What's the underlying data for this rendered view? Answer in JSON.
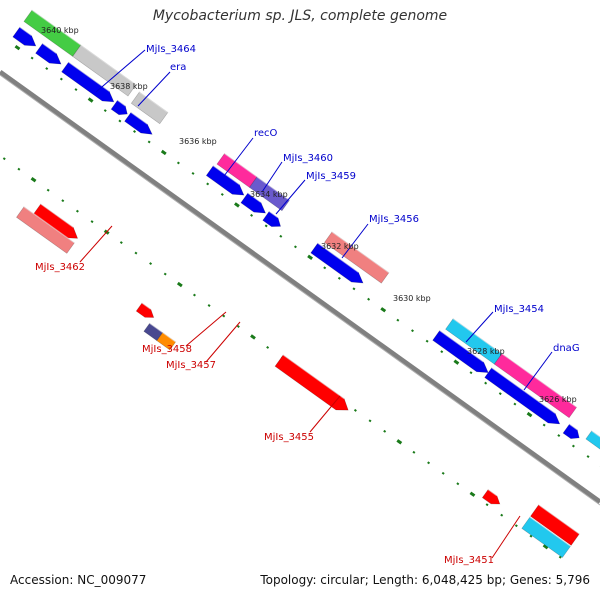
{
  "title": "Mycobacterium sp. JLS, complete genome",
  "footer": {
    "accession": "Accession: NC_009077",
    "topology": "Topology: circular;",
    "length": "Length: 6,048,425 bp;",
    "genes": "Genes: 5,796"
  },
  "colors": {
    "backbone": "#808080",
    "tick": "#1a7a1a",
    "top_strand_label": "#0000cc",
    "bottom_strand_label": "#cc0000",
    "green_feature": "#44cc44",
    "grey_feature": "#c8c8c8",
    "blue_feature": "#0000ee",
    "pink_feature": "#ff2a9c",
    "violet_feature": "#6a5acd",
    "salmon_feature": "#f08080",
    "red_feature": "#ff0000",
    "cyan_feature": "#22c8ee",
    "orange_feature": "#ff8c00",
    "slate_feature": "#484890"
  },
  "scale_labels": [
    "3640 kbp",
    "3638 kbp",
    "3636 kbp",
    "3634 kbp",
    "3632 kbp",
    "3630 kbp",
    "3628 kbp",
    "3626 kbp"
  ],
  "gene_labels_top": [
    "MjIs_3464",
    "era",
    "recO",
    "MjIs_3460",
    "MjIs_3459",
    "MjIs_3456",
    "MjIs_3454",
    "dnaG"
  ],
  "gene_labels_bottom": [
    "MjIs_3462",
    "MjIs_3458",
    "MjIs_3457",
    "MjIs_3455",
    "MjIs_3451"
  ]
}
